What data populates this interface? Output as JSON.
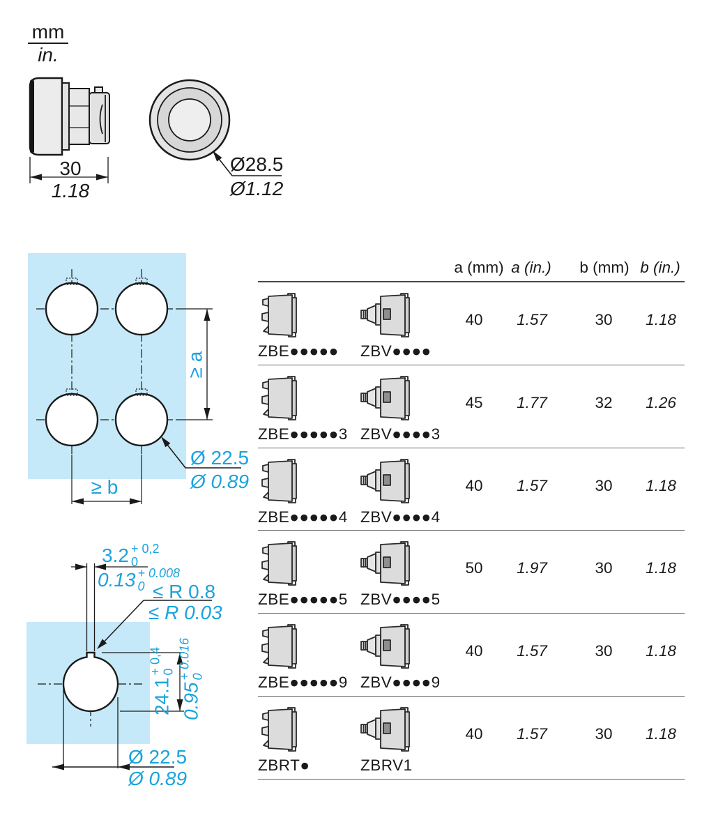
{
  "colors": {
    "accent_cyan": "#1BA3DC",
    "panel_blue": "#C5E9F8"
  },
  "legend": {
    "mm": "mm",
    "in": "in."
  },
  "head_side_view": {
    "width_mm": "30",
    "width_in": "1.18"
  },
  "head_front_view": {
    "dia_mm": "Ø28.5",
    "dia_in": "Ø1.12"
  },
  "multi_hole_panel": {
    "pitch_vertical": "≥ a",
    "pitch_horizontal": "≥ b",
    "hole_dia_mm": "Ø 22.5",
    "hole_dia_in": "Ø 0.89"
  },
  "single_hole_panel": {
    "notch_width_mm": {
      "base": "3.2",
      "plus": "+ 0,2",
      "zero": "0"
    },
    "notch_width_in": {
      "base": "0.13",
      "plus": "+ 0.008",
      "zero": "0"
    },
    "edge_radius_mm": "≤ R 0.8",
    "edge_radius_in": "≤ R 0.03",
    "hole_height_mm": {
      "base": "24.1",
      "plus": "+ 0,4",
      "zero": "0"
    },
    "hole_height_in": {
      "base": "0.95",
      "plus": "+ 0.016",
      "zero": "0"
    },
    "hole_dia_mm": "Ø 22.5",
    "hole_dia_in": "Ø 0.89"
  },
  "table": {
    "headers": {
      "a_mm": "a (mm)",
      "a_in": "a (in.)",
      "b_mm": "b (mm)",
      "b_in": "b (in.)"
    },
    "rows": [
      {
        "ref_left": "ZBE●●●●●",
        "ref_right": "ZBV●●●●",
        "a_mm": "40",
        "a_in": "1.57",
        "b_mm": "30",
        "b_in": "1.18"
      },
      {
        "ref_left": "ZBE●●●●●3",
        "ref_right": "ZBV●●●●3",
        "a_mm": "45",
        "a_in": "1.77",
        "b_mm": "32",
        "b_in": "1.26"
      },
      {
        "ref_left": "ZBE●●●●●4",
        "ref_right": "ZBV●●●●4",
        "a_mm": "40",
        "a_in": "1.57",
        "b_mm": "30",
        "b_in": "1.18"
      },
      {
        "ref_left": "ZBE●●●●●5",
        "ref_right": "ZBV●●●●5",
        "a_mm": "50",
        "a_in": "1.97",
        "b_mm": "30",
        "b_in": "1.18"
      },
      {
        "ref_left": "ZBE●●●●●9",
        "ref_right": "ZBV●●●●9",
        "a_mm": "40",
        "a_in": "1.57",
        "b_mm": "30",
        "b_in": "1.18"
      },
      {
        "ref_left": "ZBRT●",
        "ref_right": "ZBRV1",
        "a_mm": "40",
        "a_in": "1.57",
        "b_mm": "30",
        "b_in": "1.18"
      }
    ]
  }
}
